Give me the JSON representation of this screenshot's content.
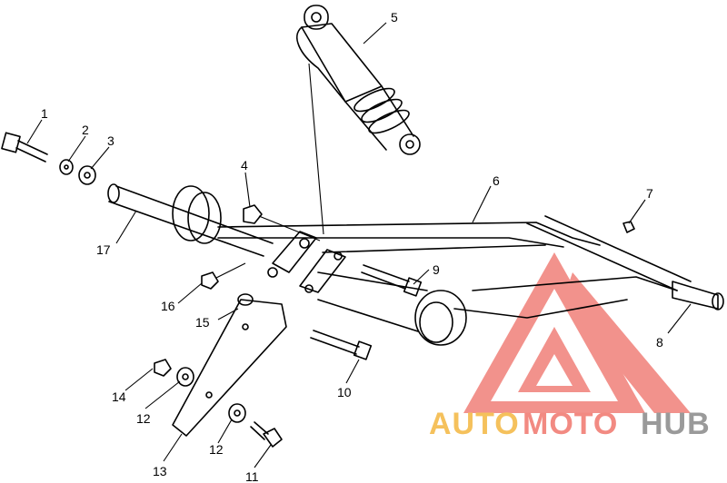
{
  "diagram": {
    "callouts": [
      "1",
      "2",
      "3",
      "4",
      "5",
      "6",
      "7",
      "8",
      "9",
      "10",
      "11",
      "12",
      "12",
      "13",
      "14",
      "15",
      "16",
      "17"
    ]
  },
  "watermark": {
    "part1": "AUTO",
    "part2": "MOTO",
    "part3": "HUB",
    "color_auto": "#f5c15c",
    "color_moto": "#f28a82",
    "color_hub": "#9a9a9a",
    "logo_color": "#f07f78"
  }
}
